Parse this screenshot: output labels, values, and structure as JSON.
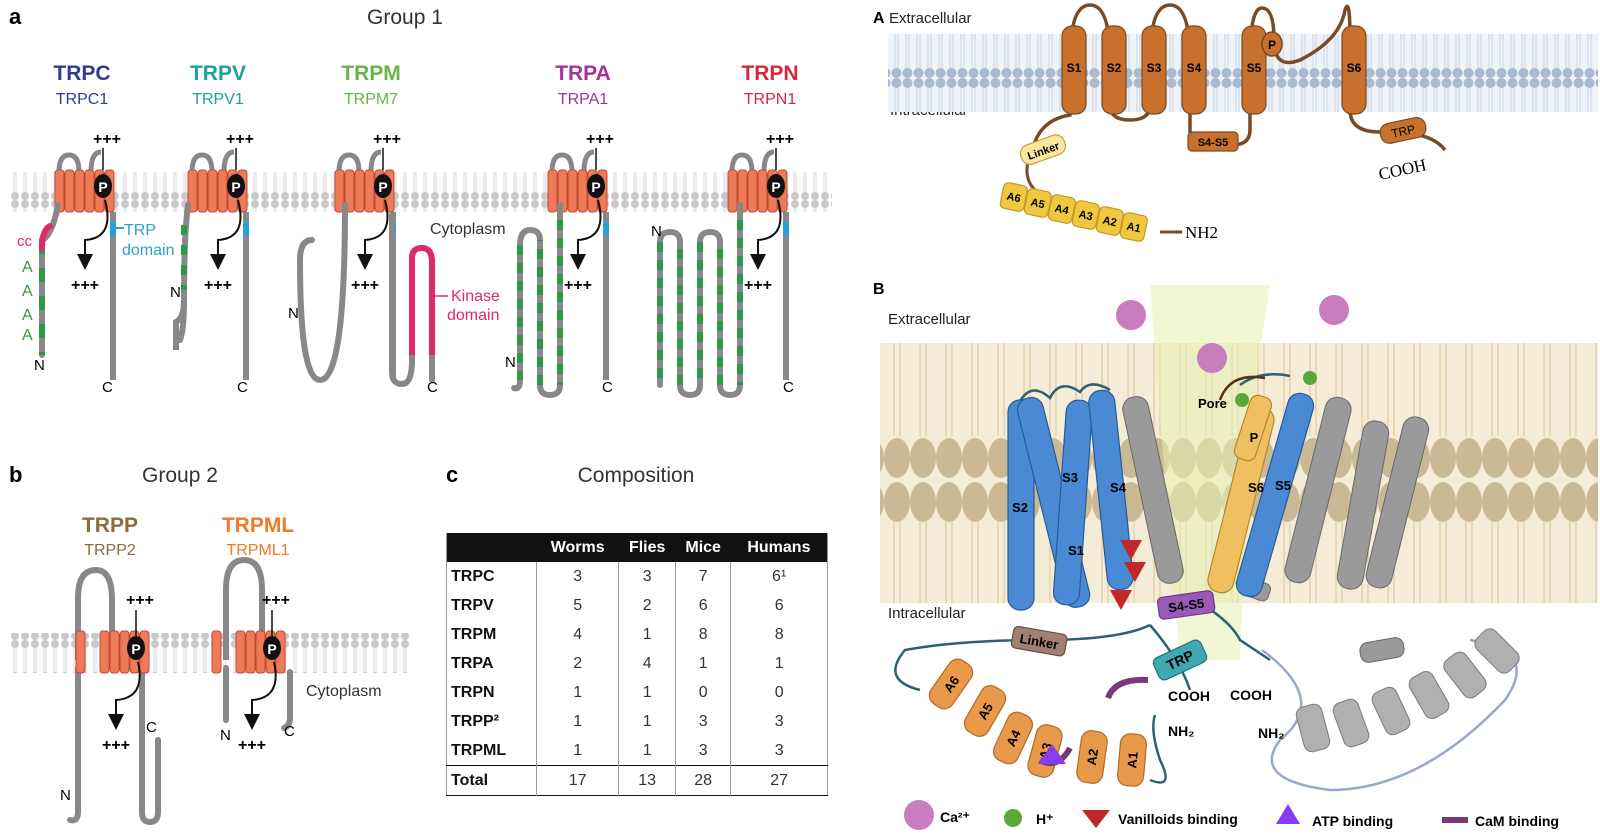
{
  "panel_a": {
    "letter": "a",
    "title": "Group 1",
    "families": [
      {
        "name": "TRPC",
        "member": "TRPC1",
        "color": "#2e3d8f"
      },
      {
        "name": "TRPV",
        "member": "TRPV1",
        "color": "#1aa39a"
      },
      {
        "name": "TRPM",
        "member": "TRPM7",
        "color": "#6ab34a"
      },
      {
        "name": "TRPA",
        "member": "TRPA1",
        "color": "#a0349a"
      },
      {
        "name": "TRPN",
        "member": "TRPN1",
        "color": "#d6283a"
      }
    ],
    "plus": "+++",
    "pore": "P",
    "n_term": "N",
    "c_term": "C",
    "cc": "cc",
    "ankyrin": "A",
    "trp_domain": [
      "TRP",
      "domain"
    ],
    "cytoplasm": "Cytoplasm",
    "kinase_domain": [
      "Kinase",
      "domain"
    ]
  },
  "panel_b": {
    "letter": "b",
    "title": "Group 2",
    "families": [
      {
        "name": "TRPP",
        "member": "TRPP2",
        "color": "#8a6d3b"
      },
      {
        "name": "TRPML",
        "member": "TRPML1",
        "color": "#f07a2a"
      }
    ],
    "cytoplasm": "Cytoplasm"
  },
  "panel_c": {
    "letter": "c",
    "title": "Composition",
    "columns": [
      "",
      "Worms",
      "Flies",
      "Mice",
      "Humans"
    ],
    "rows": [
      [
        "TRPC",
        "3",
        "3",
        "7",
        "6¹"
      ],
      [
        "TRPV",
        "5",
        "2",
        "6",
        "6"
      ],
      [
        "TRPM",
        "4",
        "1",
        "8",
        "8"
      ],
      [
        "TRPA",
        "2",
        "4",
        "1",
        "1"
      ],
      [
        "TRPN",
        "1",
        "1",
        "0",
        "0"
      ],
      [
        "TRPP²",
        "1",
        "1",
        "3",
        "3"
      ],
      [
        "TRPML",
        "1",
        "1",
        "3",
        "3"
      ]
    ],
    "total": [
      "Total",
      "17",
      "13",
      "28",
      "27"
    ]
  },
  "panel_A": {
    "letter": "A",
    "extracellular": "Extracellular",
    "intracellular": "Intracellular",
    "segments": [
      "S1",
      "S2",
      "S3",
      "S4",
      "S5",
      "S6"
    ],
    "pore": "P",
    "linker_s4s5": "S4-S5",
    "linker": "Linker",
    "trp": "TRP",
    "cooh": "COOH",
    "nh2": "NH2",
    "ankyrins": [
      "A6",
      "A5",
      "A4",
      "A3",
      "A2",
      "A1"
    ]
  },
  "panel_B": {
    "letter": "B",
    "extracellular": "Extracellular",
    "intracellular": "Intracellular",
    "pore_label": "Pore",
    "segments": [
      "S2",
      "S3",
      "S4",
      "S1",
      "P",
      "S6",
      "S5"
    ],
    "s4s5": "S4-S5",
    "linker": "Linker",
    "trp": "TRP",
    "cooh_left": "COOH",
    "cooh_right": "COOH",
    "nh2_left": "NH₂",
    "nh2_right": "NH₂",
    "ankyrins": [
      "A6",
      "A5",
      "A4",
      "A3",
      "A2",
      "A1"
    ],
    "legend": [
      {
        "label": "Ca²⁺",
        "icon": "calcium-ion-icon",
        "color": "#c77dc0"
      },
      {
        "label": "H⁺",
        "icon": "proton-icon",
        "color": "#5aa83c"
      },
      {
        "label": "Vanilloids binding",
        "icon": "vanilloid-triangle-icon",
        "color": "#c0282a"
      },
      {
        "label": "ATP binding",
        "icon": "atp-triangle-icon",
        "color": "#8a3cf0"
      },
      {
        "label": "CaM binding",
        "icon": "cam-band-icon",
        "color": "#7a3a78"
      }
    ]
  }
}
